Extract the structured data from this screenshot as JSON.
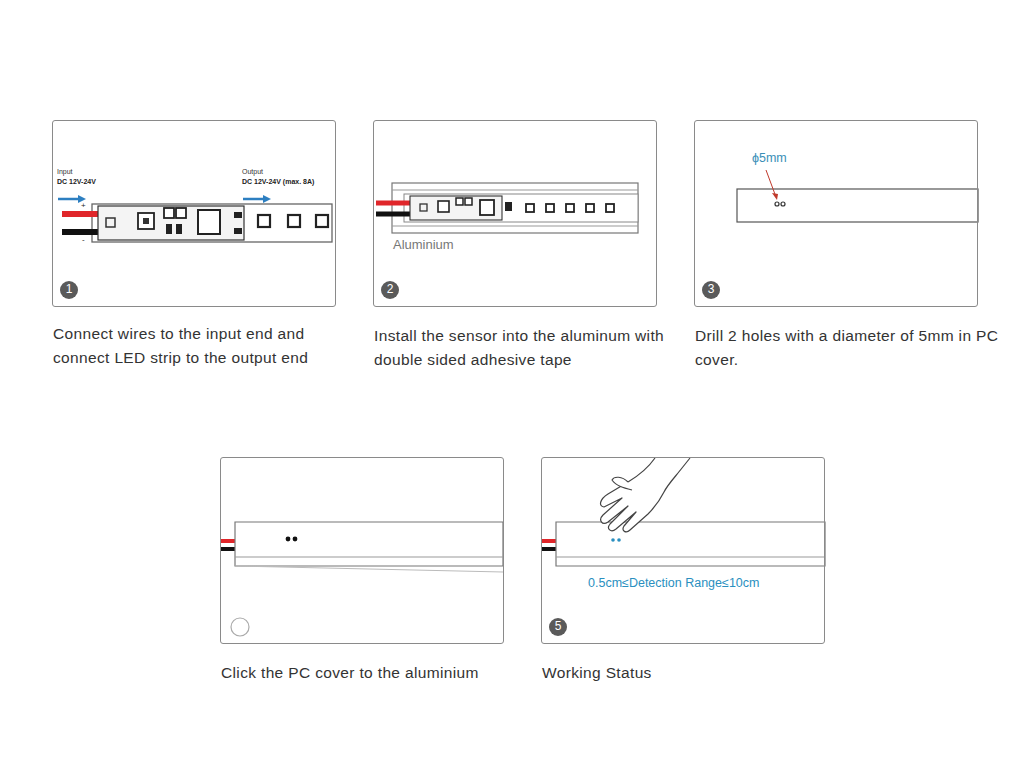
{
  "diagram": {
    "nodes": [
      {
        "text": [
          "Connect wires to the input end and connect LED strip to the output end"
        ]
      },
      {
        "text": [
          "Install the sensor into the aluminum with double sided adhesive tape"
        ]
      },
      {
        "text": [
          "Drill 2 holes with a diameter of 5mm in PC cover."
        ]
      },
      {
        "text": [
          "Click the PC cover to the aluminium"
        ]
      },
      {
        "text": [
          "Working Status"
        ]
      }
    ],
    "labels": [
      "Input",
      "DC 12V-24V",
      "Output",
      "DC 12V-24V (max. 8A)",
      "+",
      "-",
      "1",
      "Aluminium",
      "2",
      "ϕ5mm",
      "3",
      "0.5cm≤Detection Range≤10cm",
      "5"
    ]
  }
}
